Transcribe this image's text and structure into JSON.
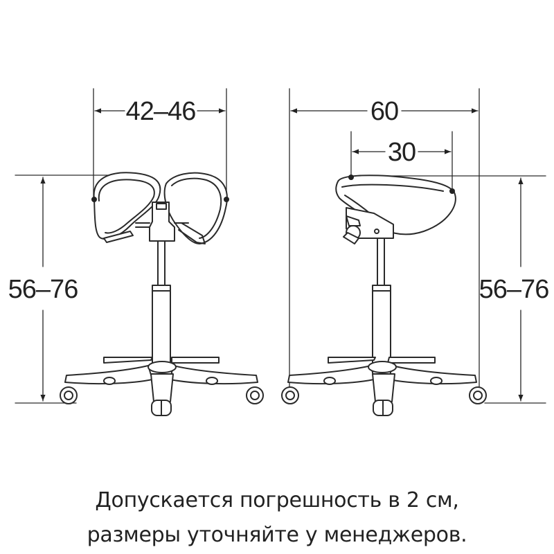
{
  "dimensions": {
    "front_width": "42–46",
    "front_height": "56–76",
    "side_depth": "60",
    "side_seat": "30",
    "side_height": "56–76"
  },
  "note": {
    "line1": "Допускается погрешность в 2 см,",
    "line2": "размеры уточняйте у менеджеров."
  },
  "colors": {
    "line": "#2a2a2a",
    "text": "#222222"
  }
}
